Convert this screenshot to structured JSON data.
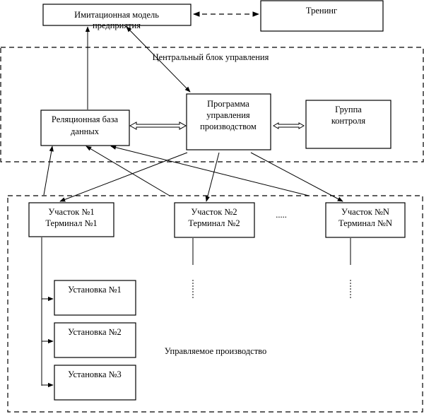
{
  "diagram": {
    "top": {
      "simulation_model": [
        "Имитационная модель",
        "предприятия"
      ],
      "training": "Тренинг"
    },
    "central_block": {
      "label": "Центральный блок управления",
      "relational_db": [
        "Реляционная база",
        "данных"
      ],
      "production_program": [
        "Программа",
        "управления",
        "производством"
      ],
      "control_group": [
        "Группа",
        "контроля"
      ]
    },
    "managed_production": {
      "label": "Управляемое производство",
      "sites": [
        {
          "line1": "Участок №1",
          "line2": "Терминал №1"
        },
        {
          "line1": "Участок №2",
          "line2": "Терминал №2"
        },
        {
          "line1": "Участок №N",
          "line2": "Терминал №N"
        }
      ],
      "ellipsis": ".....",
      "installations": [
        "Установка №1",
        "Установка №2",
        "Установка №3"
      ]
    }
  }
}
